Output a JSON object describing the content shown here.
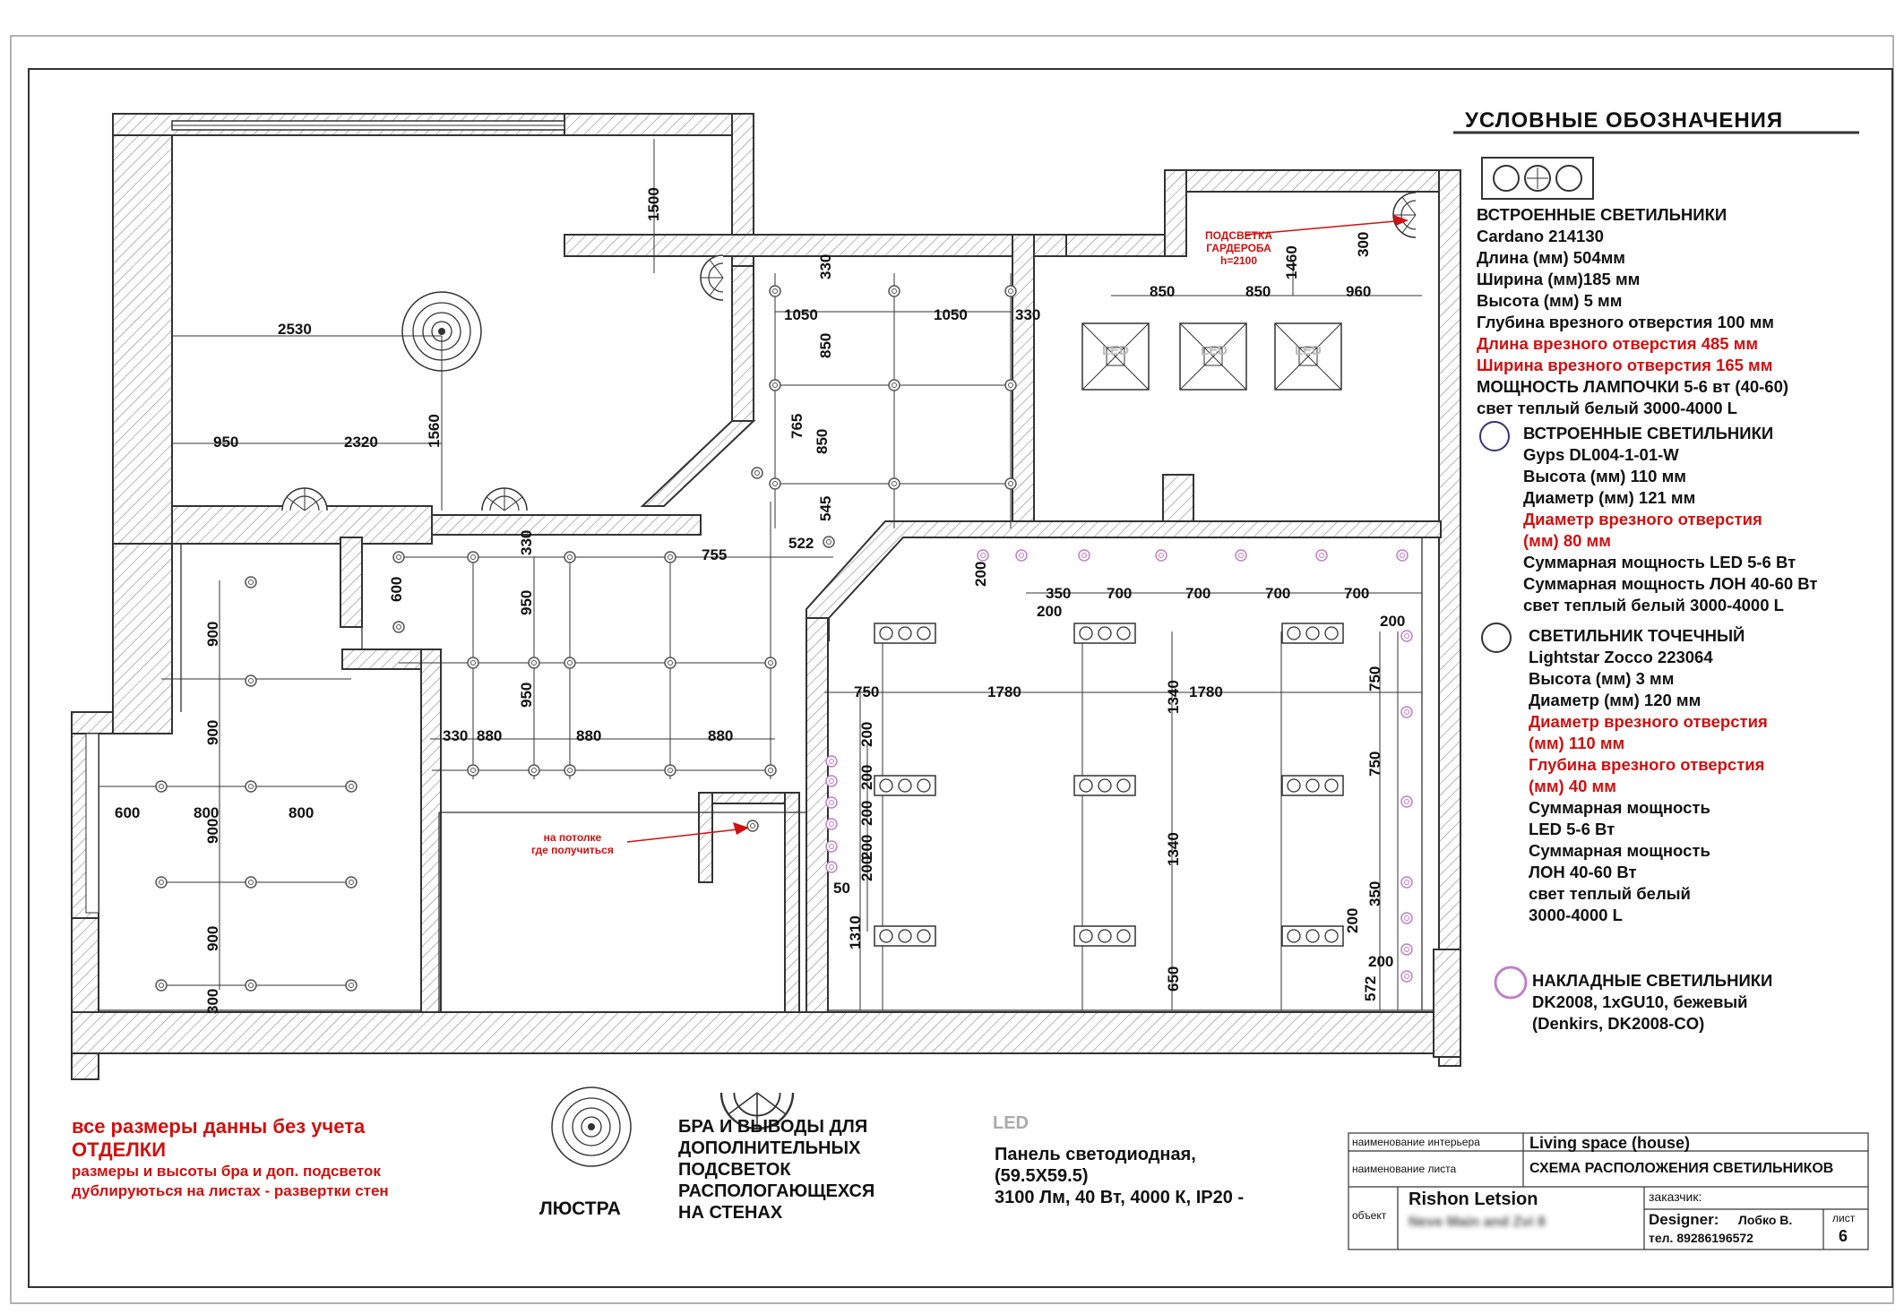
{
  "legend": {
    "title": "УСЛОВНЫЕ ОБОЗНАЧЕНИЯ",
    "recessed1": {
      "lines": [
        "ВСТРОЕННЫЕ СВЕТИЛЬНИКИ",
        "Cardano 214130",
        "Длина (мм) 504мм",
        "Ширина (мм)185 мм",
        "Высота (мм) 5 мм",
        "Глубина врезного отверстия  100 мм"
      ],
      "red_lines": [
        "Длина врезного отверстия  485 мм",
        "Ширина врезного отверстия 165 мм"
      ],
      "tail_lines": [
        "МОЩНОСТЬ ЛАМПОЧКИ 5-6 вт (40-60)",
        "свет теплый белый 3000-4000 L"
      ]
    },
    "recessed2": {
      "head": [
        "ВСТРОЕННЫЕ СВЕТИЛЬНИКИ",
        "Gyps DL004-1-01-W",
        "Высота (мм) 110 мм",
        "Диаметр (мм) 121 мм"
      ],
      "red": [
        "Диаметр врезного отверстия",
        "(мм) 80 мм"
      ],
      "tail": [
        "Суммарная мощность LED 5-6 Вт",
        "Суммарная мощность ЛОН 40-60 Вт",
        "свет теплый белый 3000-4000 L"
      ]
    },
    "spot": {
      "head": [
        "СВЕТИЛЬНИК ТОЧЕЧНЫЙ",
        "Lightstar Zocco 223064",
        "Высота (мм) 3 мм",
        "Диаметр (мм) 120 мм"
      ],
      "red": [
        "Диаметр врезного отверстия",
        "(мм) 110 мм",
        "Глубина врезного отверстия",
        "(мм) 40 мм"
      ],
      "tail": [
        "Суммарная мощность",
        "LED 5-6 Вт",
        "Суммарная мощность",
        "ЛОН 40-60 Вт",
        "свет теплый белый",
        "3000-4000 L"
      ]
    },
    "surface": {
      "lines": [
        "НАКЛАДНЫЕ СВЕТИЛЬНИКИ",
        "DK2008, 1xGU10, бежевый",
        "(Denkirs, DK2008-CO)"
      ]
    }
  },
  "notes": {
    "wardrobe": [
      "ПОДСВЕТКА",
      "ГАРДЕРОБА",
      "h=2100"
    ],
    "ceiling": [
      "на потолке",
      "где получиться"
    ],
    "led": "LED"
  },
  "bottom": {
    "sizes_red": "все размеры данны без учета",
    "sizes_red2": "ОТДЕЛКИ",
    "sizes_red3": "размеры и высоты бра и доп. подсветок",
    "sizes_red4": "дублируються на листах - развертки стен",
    "chandelier": "ЛЮСТРА",
    "sconces": [
      "БРА И ВЫВОДЫ ДЛЯ",
      "ДОПОЛНИТЕЛЬНЫХ",
      "ПОДСВЕТОК",
      "РАСПОЛОГАЮЩЕХСЯ",
      "НА СТЕНАХ"
    ],
    "led_label": "LED",
    "panel": [
      "Панель светодиодная,",
      "(59.5X59.5)",
      "3100 Лм, 40 Вт, 4000 К, IP20 -"
    ]
  },
  "titleblock": {
    "interior_label": "наименование интерьера",
    "interior_value": "Living space (house)",
    "sheet_name_label": "наименование листа",
    "sheet_name_value": "СХЕМА РАСПОЛОЖЕНИЯ СВЕТИЛЬНИКОВ",
    "object_label": "объект",
    "object_value": "Rishon Letsion",
    "object_sub": "Neve Main and Zvi 8",
    "client_label": "заказчик:",
    "designer_label": "Designer:",
    "designer_name": "Лобко В.",
    "phone": "тел. 89286196572",
    "sheet_label": "лист",
    "sheet_no": "6"
  },
  "dimensions": [
    "1500",
    "2530",
    "1560",
    "950",
    "2320",
    "330",
    "1050",
    "1050",
    "330",
    "850",
    "765",
    "850",
    "545",
    "522",
    "755",
    "330",
    "600",
    "950",
    "950",
    "330",
    "880",
    "880",
    "880",
    "900",
    "900",
    "900",
    "900",
    "300",
    "600",
    "800",
    "800",
    "850",
    "850",
    "960",
    "1460",
    "300",
    "200",
    "350",
    "700",
    "700",
    "700",
    "700",
    "200",
    "200",
    "750",
    "1780",
    "1780",
    "1340",
    "750",
    "200",
    "200",
    "200",
    "200",
    "200",
    "50",
    "1340",
    "750",
    "1310",
    "650",
    "350",
    "200",
    "200",
    "572"
  ]
}
